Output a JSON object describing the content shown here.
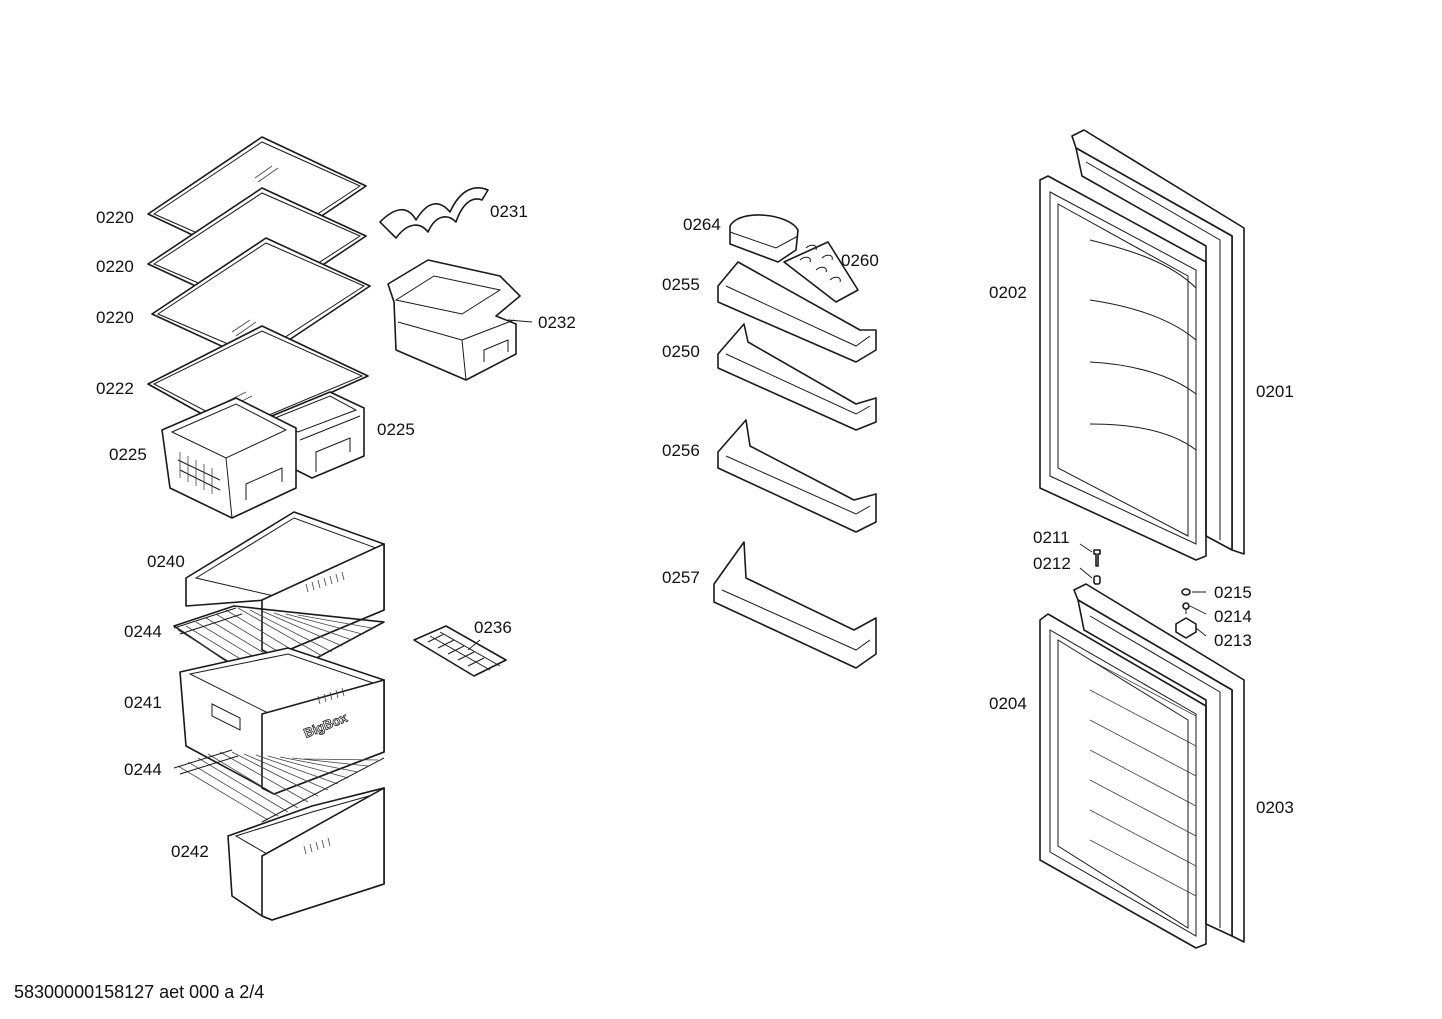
{
  "labels": {
    "p0220a": "0220",
    "p0220b": "0220",
    "p0220c": "0220",
    "p0222": "0222",
    "p0225a": "0225",
    "p0225b": "0225",
    "p0231": "0231",
    "p0232": "0232",
    "p0240": "0240",
    "p0244a": "0244",
    "p0241": "0241",
    "p0244b": "0244",
    "p0242": "0242",
    "p0236": "0236",
    "p0264": "0264",
    "p0260": "0260",
    "p0255": "0255",
    "p0250": "0250",
    "p0256": "0256",
    "p0257": "0257",
    "p0202": "0202",
    "p0201": "0201",
    "p0211": "0211",
    "p0212": "0212",
    "p0215": "0215",
    "p0214": "0214",
    "p0213": "0213",
    "p0204": "0204",
    "p0203": "0203"
  },
  "drawer_logo": "BigBox",
  "footer": "58300000158127 aet 000 a 2/4"
}
